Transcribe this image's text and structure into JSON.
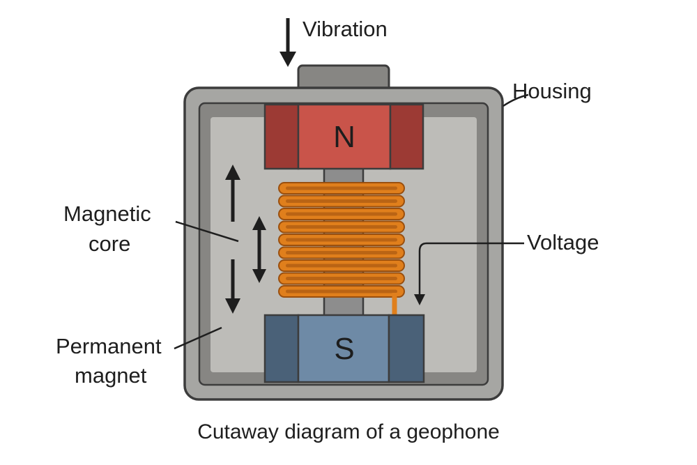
{
  "labels": {
    "vibration": "Vibration",
    "housing": "Housing",
    "magnetic_core_line1": "Magnetic",
    "magnetic_core_line2": "core",
    "voltage": "Voltage",
    "permanent_magnet_line1": "Permanent",
    "permanent_magnet_line2": "magnet",
    "north_pole": "N",
    "south_pole": "S"
  },
  "caption": "Cutaway diagram of a geophone",
  "colors": {
    "housing_outer": "#a6a6a3",
    "housing_inner": "#878683",
    "cavity": "#bdbcb8",
    "north_magnet": "#c9544a",
    "north_magnet_side": "#9c3a34",
    "south_magnet": "#6e8aa6",
    "south_magnet_side": "#4a6178",
    "coil": "#e07f1c",
    "coil_dark": "#9a4f0e",
    "core": "#8d8d8d",
    "outline": "#3c3c3c"
  }
}
